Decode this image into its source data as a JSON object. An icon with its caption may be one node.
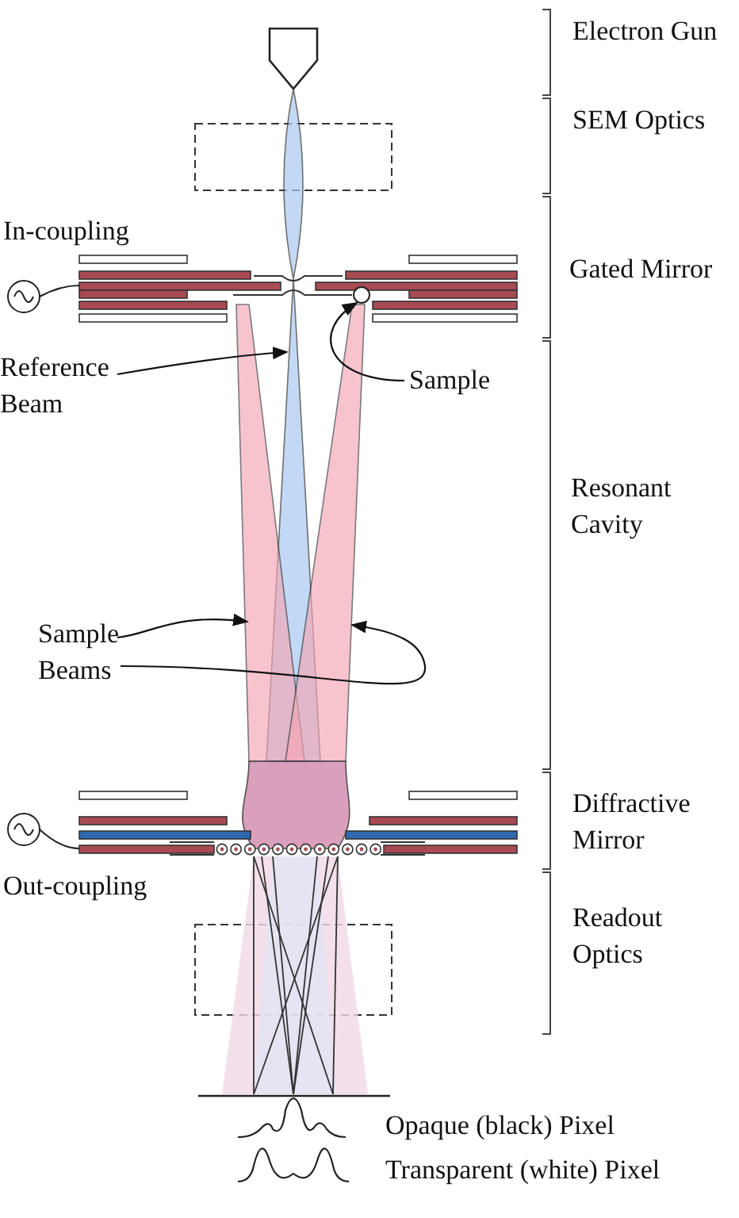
{
  "diagram": {
    "nodes": [
      {
        "text": [
          "Reference Beam"
        ]
      },
      {
        "text": [
          "Sample"
        ]
      },
      {
        "text": [],
        "shape": "circle"
      },
      {
        "text": [
          "Sample Beams"
        ]
      },
      {
        "text": [],
        "shape": "cone"
      },
      {
        "text": [],
        "shape": "cone"
      },
      {
        "text": [],
        "shape": "cone"
      }
    ],
    "edges": [
      {
        "from": 0,
        "to": 4,
        "arrow": "to"
      },
      {
        "from": 1,
        "to": 2,
        "arrow": "to"
      },
      {
        "from": 3,
        "to": 5,
        "arrow": "to"
      },
      {
        "from": 3,
        "to": 6,
        "arrow": "to"
      }
    ],
    "labels": [
      "Electron Gun",
      "SEM Optics",
      "In-coupling",
      "Gated Mirror",
      "Resonant Cavity",
      "Diffractive Mirror",
      "Out-coupling",
      "Readout Optics"
    ],
    "legend": [
      {
        "text": "Opaque (black) Pixel"
      },
      {
        "text": "Transparent (white) Pixel"
      }
    ]
  }
}
